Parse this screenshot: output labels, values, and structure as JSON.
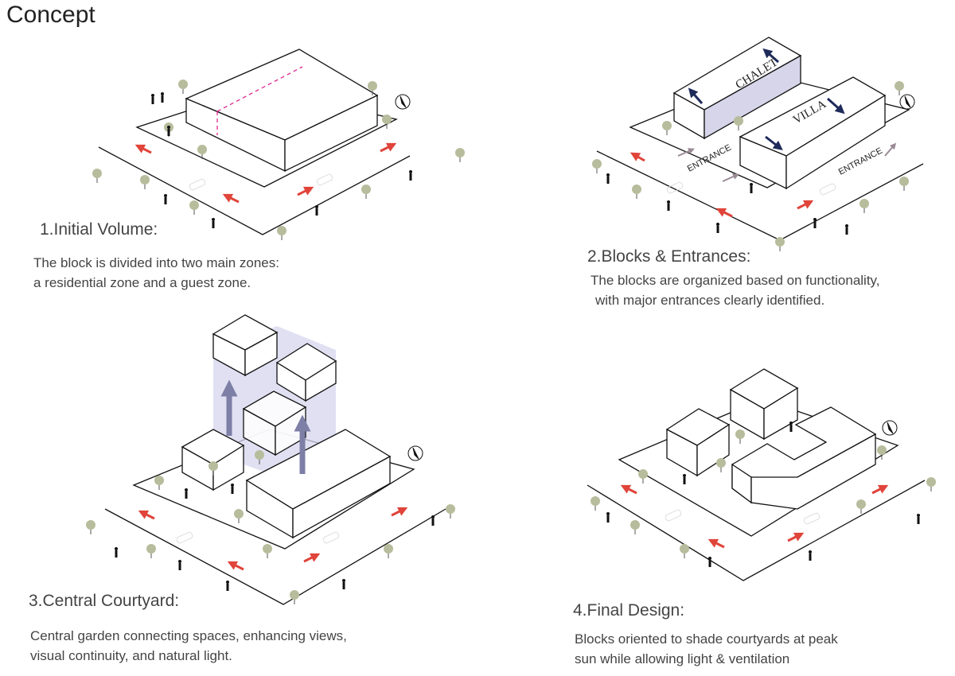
{
  "page": {
    "title": "Concept"
  },
  "steps": [
    {
      "title": "1.Initial Volume:",
      "desc": [
        "The block is divided into two main zones:",
        "a residential zone and a guest zone."
      ]
    },
    {
      "title": "2.Blocks & Entrances:",
      "desc": [
        "The blocks are organized based on functionality,",
        "with major entrances clearly identified."
      ],
      "labels": {
        "block_a": "CHALET",
        "block_b": "VILLA",
        "entrance": "ENTRANCE"
      }
    },
    {
      "title": "3.Central Courtyard:",
      "desc": [
        "Central garden connecting spaces, enhancing views,",
        "visual continuity, and natural light."
      ]
    },
    {
      "title": "4.Final Design:",
      "desc": [
        "Blocks oriented to shade courtyards at peak",
        "sun while allowing light & ventilation"
      ]
    }
  ],
  "colors": {
    "line": "#111111",
    "arrow_red": "#e0443a",
    "arrow_navy": "#1e2a5a",
    "arrow_mauve": "#9a8a95",
    "tree": "#b7bd9c",
    "split": "#e0288f",
    "courtyard": "#d7d6ee",
    "courtyard_arrow": "#7d7fa6"
  }
}
